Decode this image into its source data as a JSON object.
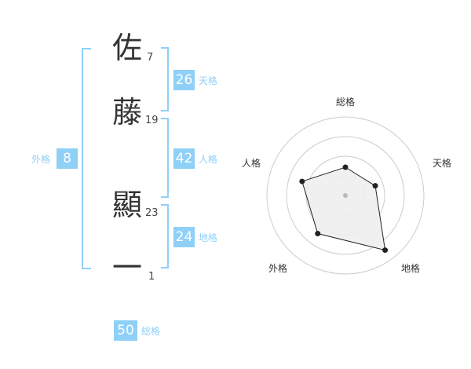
{
  "name_chars": [
    {
      "char": "佐",
      "strokes": "7"
    },
    {
      "char": "藤",
      "strokes": "19"
    },
    {
      "char": "顯",
      "strokes": "23"
    },
    {
      "char": "一",
      "strokes": "1"
    }
  ],
  "kakusu": {
    "tenkaku": {
      "value": "26",
      "label": "天格"
    },
    "jinkaku": {
      "value": "42",
      "label": "人格"
    },
    "chikaku": {
      "value": "24",
      "label": "地格"
    },
    "gaikaku": {
      "value": "8",
      "label": "外格"
    },
    "soukaku": {
      "value": "50",
      "label": "総格"
    }
  },
  "colors": {
    "accent": "#8fd0f7",
    "text": "#333333",
    "grid": "#cccccc",
    "fill": "#eeeeee",
    "line": "#222222"
  },
  "chart_data": {
    "type": "radar",
    "axes": [
      "総格",
      "天格",
      "地格",
      "外格",
      "人格"
    ],
    "values": [
      0.36,
      0.4,
      0.86,
      0.6,
      0.58
    ],
    "range": [
      0,
      1
    ],
    "rings": 4
  }
}
